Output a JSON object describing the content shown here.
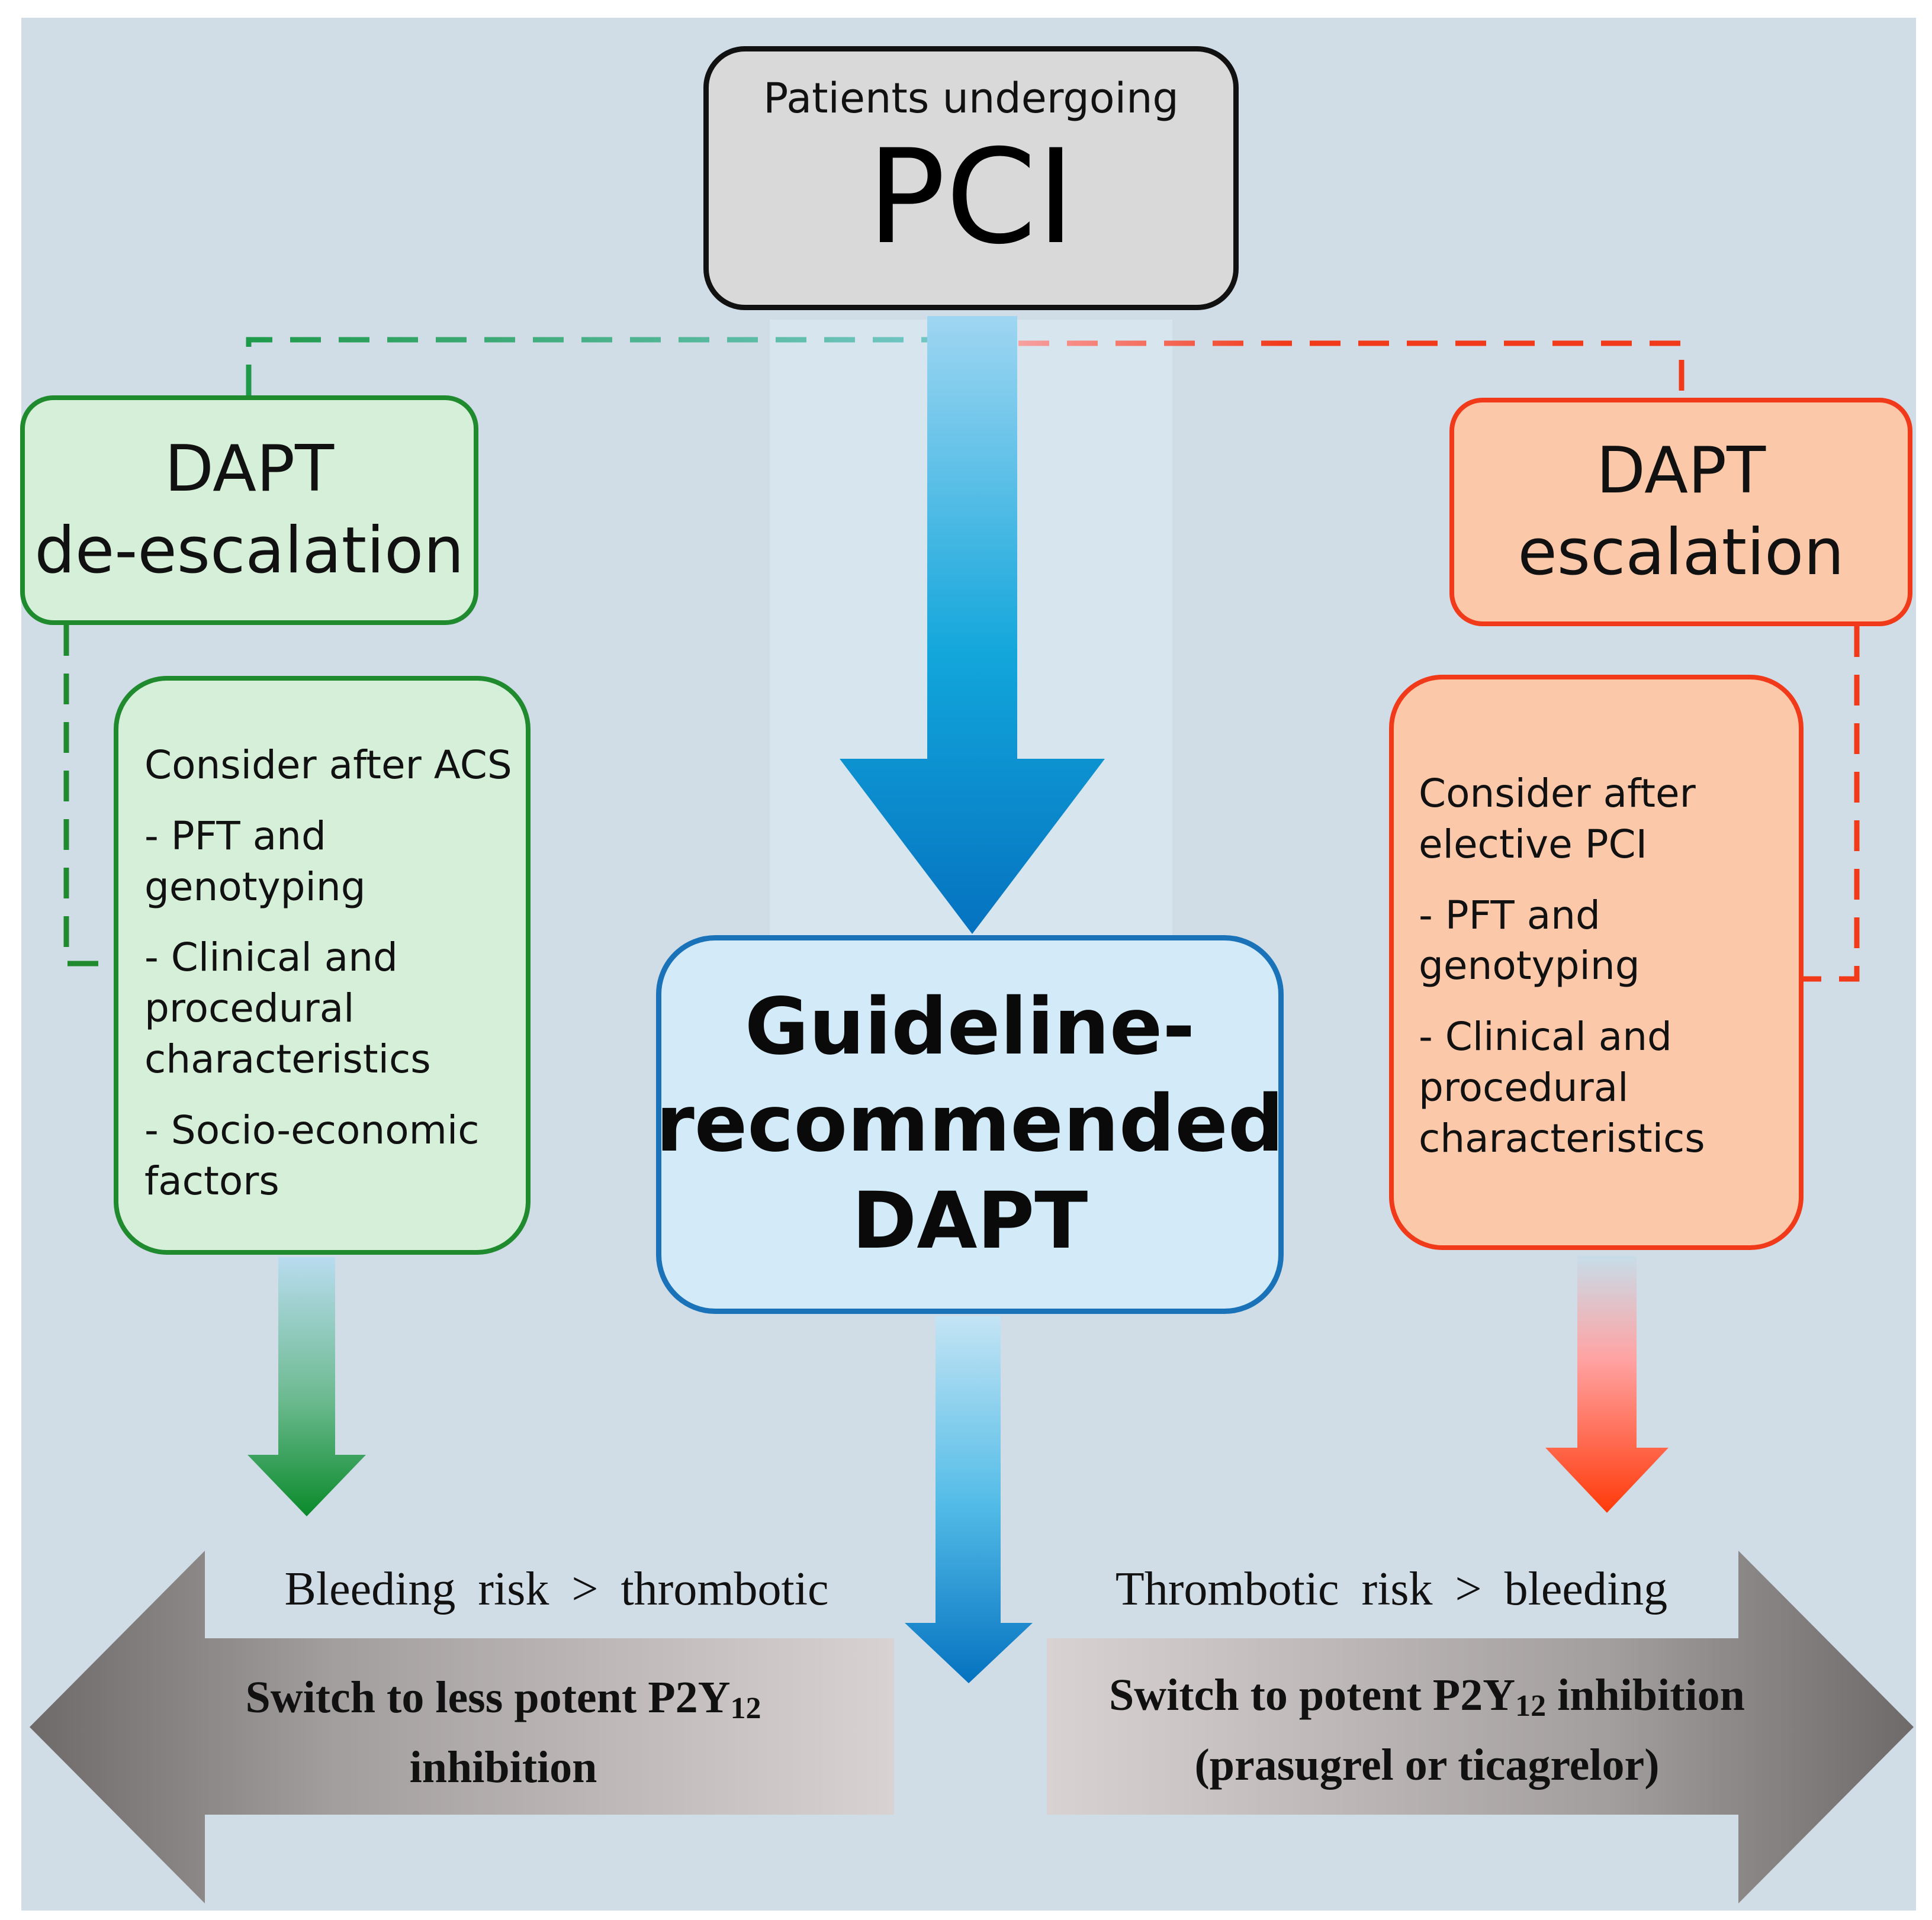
{
  "top": {
    "subtitle": "Patients undergoing",
    "title": "PCI"
  },
  "deescalation": {
    "title_line1": "DAPT",
    "title_line2": "de-escalation",
    "items": [
      "Consider after ACS",
      "- PFT and genotyping",
      "- Clinical and procedural characteristics",
      "- Socio-economic factors"
    ]
  },
  "escalation": {
    "title_line1": "DAPT",
    "title_line2": "escalation",
    "items": [
      "Consider after elective PCI",
      "- PFT and genotyping",
      "- Clinical and procedural characteristics"
    ]
  },
  "center": {
    "line1": "Guideline-",
    "line2": "recommended",
    "line3": "DAPT"
  },
  "left_arrow": {
    "risk": "Bleeding risk > thrombotic",
    "action_prefix": "Switch to less potent P2Y",
    "action_sub": "12",
    "action_suffix": "inhibition"
  },
  "right_arrow": {
    "risk": "Thrombotic risk > bleeding",
    "action_prefix": "Switch to potent P2Y",
    "action_sub": "12",
    "action_suffix": " inhibition",
    "action_line2": "(prasugrel or ticagrelor)"
  },
  "colors": {
    "background": "#d1dde6",
    "green": "#1f8a2e",
    "red": "#f13a1a",
    "blue": "#1a73b8",
    "grey_box": "#d9d9d9"
  }
}
